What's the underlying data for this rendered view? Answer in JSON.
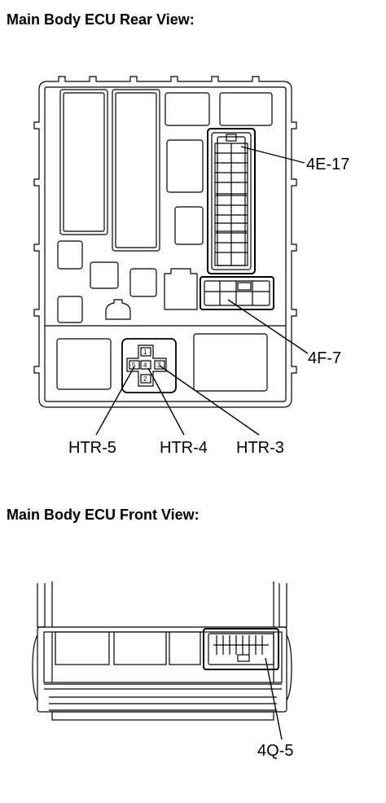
{
  "titles": {
    "rear": "Main Body ECU Rear View:",
    "front": "Main Body ECU Front View:"
  },
  "rear_view": {
    "callouts": {
      "c4e17": "4E-17",
      "c4f7": "4F-7",
      "htr5": "HTR-5",
      "htr4": "HTR-4",
      "htr3": "HTR-3"
    },
    "htr_pins": {
      "p1": "1",
      "p2": "2",
      "p3": "3",
      "p4": "4",
      "p5": "5"
    }
  },
  "front_view": {
    "callouts": {
      "c4q5": "4Q-5"
    }
  }
}
